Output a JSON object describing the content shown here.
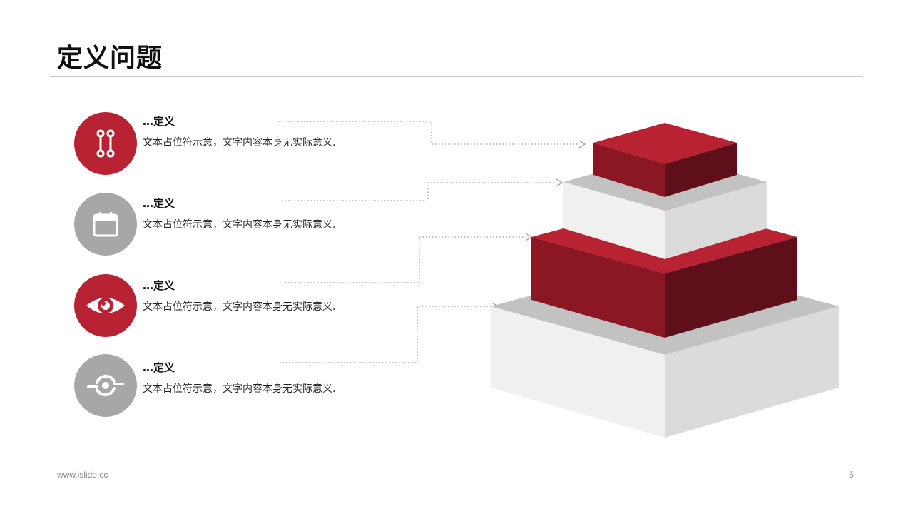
{
  "page": {
    "title": "定义问题",
    "footer_url": "www.islide.cc",
    "page_number": "5"
  },
  "colors": {
    "red": "#B92233",
    "gray": "#A7A7A7",
    "red_left": "#8B1724",
    "red_right": "#5F0F19",
    "white_left": "#F0F0F0",
    "white_right": "#DBDBDB",
    "white_top": "#C2C2C2"
  },
  "items": [
    {
      "title": "…定义",
      "desc": "文本占位符示意，文字内容本身无实际意义.",
      "icon": "path-icon",
      "color": "red"
    },
    {
      "title": "…定义",
      "desc": "文本占位符示意，文字内容本身无实际意义.",
      "icon": "calendar-icon",
      "color": "gray"
    },
    {
      "title": "…定义",
      "desc": "文本占位符示意，文字内容本身无实际意义.",
      "icon": "eye-icon",
      "color": "red"
    },
    {
      "title": "…定义",
      "desc": "文本占位符示意，文字内容本身无实际意义.",
      "icon": "sync-icon",
      "color": "gray"
    }
  ],
  "pyramid": {
    "levels": [
      {
        "name": "level-4-top",
        "color": "red"
      },
      {
        "name": "level-3",
        "color": "white"
      },
      {
        "name": "level-2",
        "color": "red"
      },
      {
        "name": "level-1-base",
        "color": "white"
      }
    ]
  }
}
